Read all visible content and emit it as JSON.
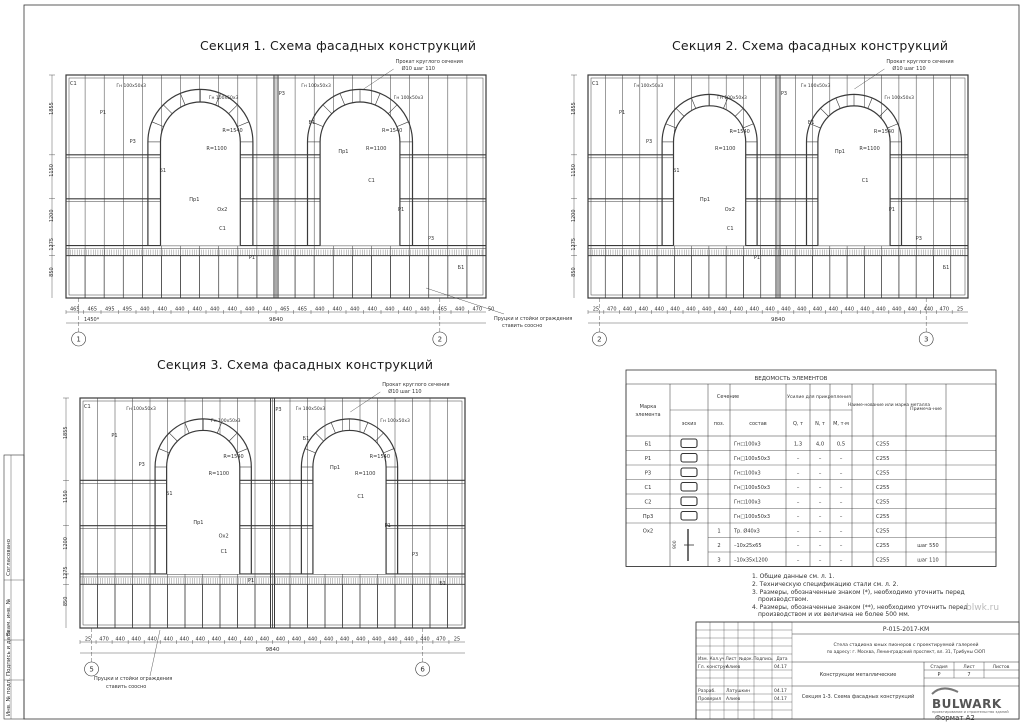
{
  "sections": [
    {
      "title": "Секция 1. Схема фасадных конструкций",
      "bracket_label": "Прокат круглого сечения",
      "bracket_size": "Ø10 шаг 110",
      "profile_labels": [
        "Гн 100х50х3",
        "Гн 100х50х3",
        "Гн 100х50х3",
        "Гн 100х50х3"
      ],
      "radius_outer": "R=1540",
      "radius_inner": "R=1100",
      "detail_tag": "Ох2",
      "heights": [
        "1855",
        "1150",
        "1200",
        "1275",
        "850"
      ],
      "bottom_dims": [
        "465",
        "465",
        "495",
        "495",
        "440",
        "440",
        "440",
        "440",
        "440",
        "440",
        "440",
        "440",
        "465",
        "465",
        "440",
        "440",
        "440",
        "440",
        "440",
        "440",
        "440",
        "465",
        "440",
        "470"
      ],
      "sub_dim": "1450*",
      "total_width": "9840",
      "axes": [
        "1",
        "2"
      ],
      "fence_note_1": "Пруцки и стойки ограждения",
      "fence_note_2": "ставить соосно",
      "side_dim": "50"
    },
    {
      "title": "Секция 2. Схема фасадных конструкций",
      "bracket_label": "Прокат круглого сечения",
      "bracket_size": "Ø10 шаг 110",
      "profile_labels": [
        "Гн 100х50х3",
        "Гн 100х50х3",
        "Гн 100х50х3",
        "Гн 100х50х3"
      ],
      "radius_outer": "R=1540",
      "radius_inner": "R=1100",
      "detail_tag": "Ох2",
      "heights": [
        "1855",
        "1150",
        "1200",
        "1275",
        "850"
      ],
      "bottom_dims": [
        "25",
        "470",
        "440",
        "440",
        "440",
        "440",
        "440",
        "440",
        "440",
        "440",
        "440",
        "440",
        "440",
        "440",
        "440",
        "440",
        "440",
        "440",
        "440",
        "440",
        "440",
        "440",
        "470",
        "25"
      ],
      "total_width": "9840",
      "axes": [
        "2",
        "3"
      ]
    },
    {
      "title": "Секция 3. Схема фасадных конструкций",
      "bracket_label": "Прокат круглого сечения",
      "bracket_size": "Ø10 шаг 110",
      "profile_labels": [
        "Гн 100х50х3",
        "Гн 100х50х3",
        "Гн 100х50х3",
        "Гн 100х50х3"
      ],
      "radius_outer": "R=1540",
      "radius_inner": "R=1100",
      "detail_tag": "Ох2",
      "heights": [
        "1855",
        "1150",
        "1200",
        "1275",
        "850"
      ],
      "bottom_dims": [
        "25",
        "470",
        "440",
        "440",
        "440",
        "440",
        "440",
        "440",
        "440",
        "440",
        "440",
        "440",
        "440",
        "440",
        "440",
        "440",
        "440",
        "440",
        "440",
        "440",
        "440",
        "440",
        "470",
        "25"
      ],
      "total_width": "9840",
      "axes": [
        "5",
        "6"
      ],
      "fence_note_1": "Пруцки и стойки ограждения",
      "fence_note_2": "ставить соосно"
    }
  ],
  "element_labels": [
    "С1",
    "Р1",
    "Р3",
    "Б1",
    "Пр1"
  ],
  "spec_table": {
    "title": "ВЕДОМОСТЬ ЭЛЕМЕНТОВ",
    "headers": {
      "mark": "Марка элемента",
      "section": "Сечение",
      "sketch": "эскиз",
      "pos": "поз.",
      "composition": "состав",
      "forces": "Усилие для прикрепления",
      "q": "Q, т",
      "n": "N, т",
      "m": "M, т·м",
      "material": "Наиме-нование или марка металла",
      "remark": "Примеча-ние"
    },
    "rows": [
      {
        "mark": "Б1",
        "pos": "",
        "comp": "Гн□100х3",
        "q": "1,3",
        "n": "4,0",
        "m": "0,5",
        "mat": "С255",
        "rem": ""
      },
      {
        "mark": "Р1",
        "pos": "",
        "comp": "Гн□100х50х3",
        "q": "–",
        "n": "–",
        "m": "–",
        "mat": "С255",
        "rem": ""
      },
      {
        "mark": "Р3",
        "pos": "",
        "comp": "Гн□100х3",
        "q": "–",
        "n": "–",
        "m": "–",
        "mat": "С255",
        "rem": ""
      },
      {
        "mark": "С1",
        "pos": "",
        "comp": "Гн□100х50х3",
        "q": "–",
        "n": "–",
        "m": "–",
        "mat": "С255",
        "rem": ""
      },
      {
        "mark": "С2",
        "pos": "",
        "comp": "Гн□100х3",
        "q": "–",
        "n": "–",
        "m": "–",
        "mat": "С255",
        "rem": ""
      },
      {
        "mark": "Пр3",
        "pos": "",
        "comp": "Гн□100х50х3",
        "q": "–",
        "n": "–",
        "m": "–",
        "mat": "С255",
        "rem": ""
      },
      {
        "mark": "Ох2",
        "pos": "1",
        "comp": "Тр. Ø40х3",
        "q": "–",
        "n": "–",
        "m": "–",
        "mat": "С255",
        "rem": ""
      },
      {
        "mark": "",
        "pos": "2",
        "comp": "–10х25х65",
        "q": "–",
        "n": "–",
        "m": "–",
        "mat": "С255",
        "rem": "шаг 550"
      },
      {
        "mark": "",
        "pos": "3",
        "comp": "–10х35х1200",
        "q": "–",
        "n": "–",
        "m": "–",
        "mat": "С255",
        "rem": "шаг 110"
      }
    ],
    "sketch_dim": "900"
  },
  "notes": [
    "1. Общие данные см. л. 1.",
    "2. Техническую спецификацию стали см. л. 2.",
    "3. Размеры, обозначенные знаком (*), необходимо уточнить перед",
    "производством.",
    "4. Размеры, обозначенные знаком (**), необходимо уточнить перед",
    "производством и их величина не более 500 мм."
  ],
  "title_block": {
    "doc_code": "Р-015-2017-КМ",
    "project": "Стела стадиона юных пионеров с проектируемой галереей",
    "address": "по адресу: г. Москва, Ленинградский проспект, вл. 31, Трибуны СЮП",
    "headers": [
      "Изм.",
      "Кол.уч",
      "Лист",
      "№док.",
      "Подпись",
      "Дата"
    ],
    "role_1": "Гл. конструк.",
    "name_1": "Алиев",
    "date_1": "04.17",
    "role_2": "Разраб.",
    "name_2": "Латушкин",
    "date_2": "04.17",
    "role_3": "Проверил",
    "name_3": "Алиев",
    "date_3": "04.17",
    "subject": "Конструкции металлические",
    "sheet_title": "Секция 1-3. Схема фасадных конструкций",
    "stage_label": "Стадия",
    "sheet_label": "Лист",
    "sheets_label": "Листов",
    "stage": "Р",
    "sheet": "7",
    "brand": "BULWARK",
    "brand_sub": "проектирование и строительство зданий",
    "format": "Формат А2"
  },
  "side_stamp": [
    "Инв. № подл.",
    "Подпись и дата",
    "Взам. инв. №",
    "Согласовано"
  ],
  "watermark": "blwk.ru"
}
